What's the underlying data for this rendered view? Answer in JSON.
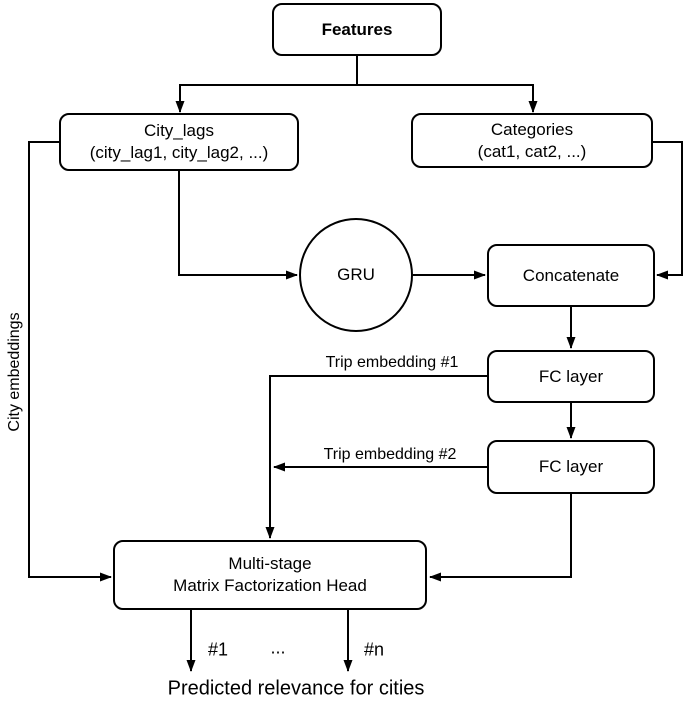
{
  "nodes": {
    "features": {
      "label": "Features"
    },
    "city_lags": {
      "line1": "City_lags",
      "line2": "(city_lag1, city_lag2, ...)"
    },
    "categories": {
      "line1": "Categories",
      "line2": "(cat1, cat2, ...)"
    },
    "gru": {
      "label": "GRU"
    },
    "concatenate": {
      "label": "Concatenate"
    },
    "fc_layer_1": {
      "label": "FC layer"
    },
    "fc_layer_2": {
      "label": "FC layer"
    },
    "mf_head": {
      "line1": "Multi-stage",
      "line2": "Matrix Factorization Head"
    }
  },
  "edge_labels": {
    "city_embeddings": "City embeddings",
    "trip_embedding_1": "Trip embedding #1",
    "trip_embedding_2": "Trip embedding #2",
    "output_first": "#1",
    "output_ellipsis": "...",
    "output_last": "#n"
  },
  "caption": "Predicted relevance for cities",
  "colors": {
    "stroke": "#000000",
    "node_fill": "#ffffff",
    "background": "#ffffff"
  }
}
